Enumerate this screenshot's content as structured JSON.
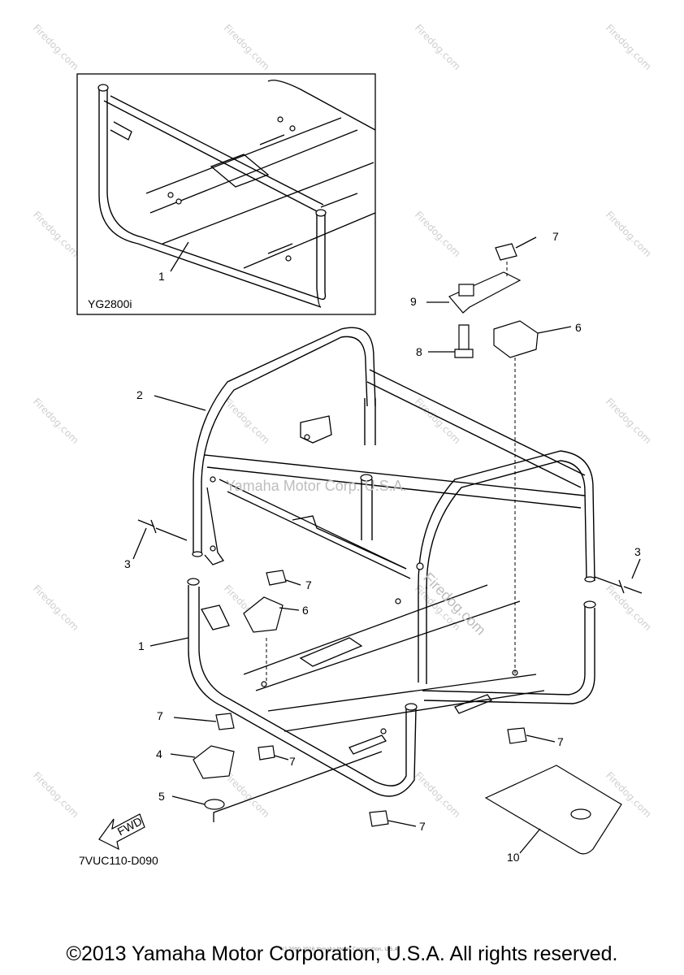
{
  "inset": {
    "model_label": "YG2800i",
    "callout": "1"
  },
  "callouts": {
    "c1_main": "1",
    "c2": "2",
    "c3_left": "3",
    "c3_right": "3",
    "c4": "4",
    "c5": "5",
    "c6_top": "6",
    "c6_mid": "6",
    "c7_top": "7",
    "c7_mid": "7",
    "c7_left": "7",
    "c7_center": "7",
    "c7_right": "7",
    "c7_bottom": "7",
    "c8": "8",
    "c9": "9",
    "c10": "10"
  },
  "fwd_label": "FWD",
  "diagram_code": "7VUC110-D090",
  "watermarks": {
    "center": "Yamaha Motor Corp. U.S.A.",
    "diagonal": "Firedog.com",
    "tile": "Firedog.com",
    "fine_print": "(c) 2000-2016 Yamaha Motor Corporation, U.S.A."
  },
  "copyright": "©2013 Yamaha Motor Corporation, U.S.A. All rights reserved."
}
